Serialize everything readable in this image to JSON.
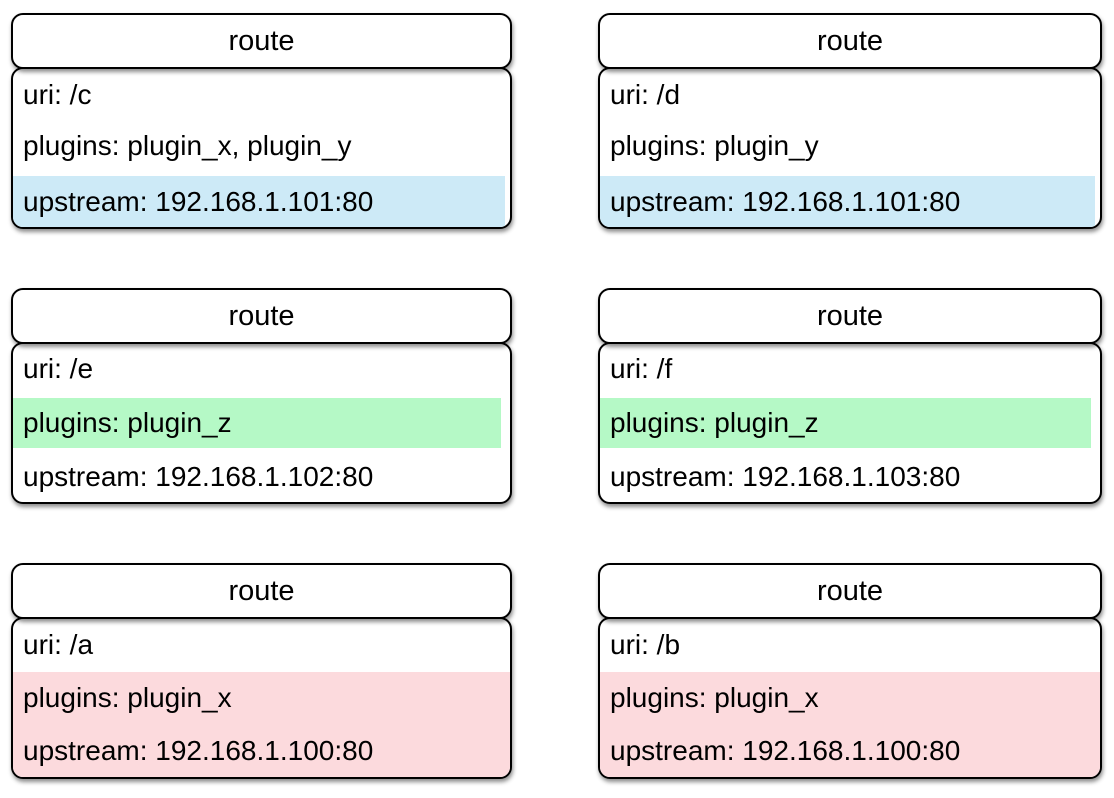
{
  "colors": {
    "blue": "#cdeaf7",
    "green": "#b5f9c6",
    "pink": "#fcdadd",
    "border": "#000000",
    "background": "#ffffff"
  },
  "cards": [
    {
      "title": "route",
      "lines": [
        {
          "label": "uri: /c",
          "highlight": "none"
        },
        {
          "label": "plugins: plugin_x, plugin_y",
          "highlight": "none"
        },
        {
          "label": "upstream: 192.168.1.101:80",
          "highlight": "blue"
        }
      ]
    },
    {
      "title": "route",
      "lines": [
        {
          "label": "uri: /d",
          "highlight": "none"
        },
        {
          "label": "plugins: plugin_y",
          "highlight": "none"
        },
        {
          "label": "upstream: 192.168.1.101:80",
          "highlight": "blue"
        }
      ]
    },
    {
      "title": "route",
      "lines": [
        {
          "label": "uri: /e",
          "highlight": "none"
        },
        {
          "label": "plugins: plugin_z",
          "highlight": "green"
        },
        {
          "label": "upstream: 192.168.1.102:80",
          "highlight": "none"
        }
      ]
    },
    {
      "title": "route",
      "lines": [
        {
          "label": "uri: /f",
          "highlight": "none"
        },
        {
          "label": "plugins: plugin_z",
          "highlight": "green"
        },
        {
          "label": "upstream: 192.168.1.103:80",
          "highlight": "none"
        }
      ]
    },
    {
      "title": "route",
      "lines": [
        {
          "label": "uri: /a",
          "highlight": "none"
        },
        {
          "label": "plugins: plugin_x",
          "highlight": "pink"
        },
        {
          "label": "upstream: 192.168.1.100:80",
          "highlight": "pink"
        }
      ]
    },
    {
      "title": "route",
      "lines": [
        {
          "label": "uri: /b",
          "highlight": "none"
        },
        {
          "label": "plugins: plugin_x",
          "highlight": "pink"
        },
        {
          "label": "upstream: 192.168.1.100:80",
          "highlight": "pink"
        }
      ]
    }
  ]
}
